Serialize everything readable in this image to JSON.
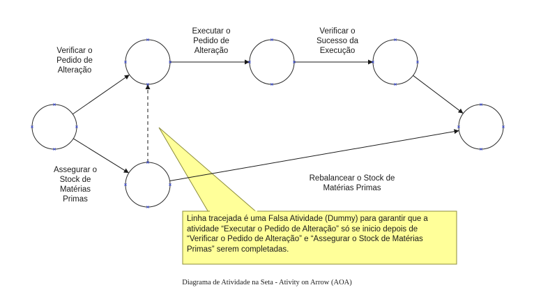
{
  "nodes": [
    {
      "id": "start"
    },
    {
      "id": "n1"
    },
    {
      "id": "n2"
    },
    {
      "id": "n3"
    },
    {
      "id": "end"
    },
    {
      "id": "n4"
    }
  ],
  "activities": [
    {
      "from": "start",
      "to": "n1",
      "label": "Verificar o\nPedido de\nAlteração"
    },
    {
      "from": "n1",
      "to": "n2",
      "label": "Executar o\nPedido de\nAlteração"
    },
    {
      "from": "n2",
      "to": "n3",
      "label": "Verificar o\nSucesso da\nExecução"
    },
    {
      "from": "n3",
      "to": "end",
      "label": ""
    },
    {
      "from": "start",
      "to": "n4",
      "label": "Assegurar o\nStock de\nMatérias\nPrimas"
    },
    {
      "from": "n4",
      "to": "end",
      "label": "Rebalancear o Stock de\nMatérias Primas"
    }
  ],
  "dummy": {
    "from": "n4",
    "to": "n1",
    "style": "dashed"
  },
  "callout": {
    "text": "Linha tracejada é uma Falsa Atividade (Dummy) para garantir que a\natividade “Executar o Pedido de Alteração” só se inicio depois de\n“Verificar o Pedido de Alteração” e “Assegurar o Stock de Matérias\nPrimas” serem completadas.",
    "fill": "#ffff99",
    "border": "#8c8c3a"
  },
  "caption": "Diagrama de Atividade na Seta - Ativity on Arrow (AOA)",
  "colors": {
    "line": "#1a1a1a",
    "node_stroke": "#2a2a2a",
    "port_marker": "#3b4cd6"
  }
}
